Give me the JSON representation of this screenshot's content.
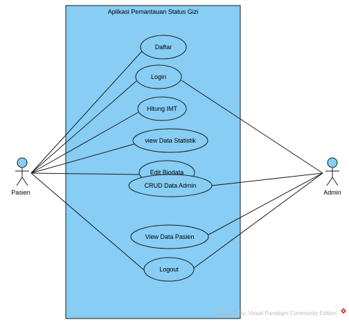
{
  "diagram": {
    "system_title": "Aplikasi Pemantauan Status Gizi",
    "use_cases": [
      {
        "id": "daftar",
        "label": "Daftar"
      },
      {
        "id": "login",
        "label": "Login"
      },
      {
        "id": "hitung-imt",
        "label": "Hitung IMT"
      },
      {
        "id": "view-data-statistik",
        "label": "view Data Statistik"
      },
      {
        "id": "edit-biodata",
        "label": "Edit Biodata"
      },
      {
        "id": "crud-data-admin",
        "label": "CRUD Data Admin"
      },
      {
        "id": "view-data-pasien",
        "label": "View Data Pasien"
      },
      {
        "id": "logout",
        "label": "Logout"
      }
    ],
    "actors": [
      {
        "id": "pasien",
        "label": "Pasien"
      },
      {
        "id": "admin",
        "label": "Admin"
      }
    ],
    "associations": [
      {
        "actor": "pasien",
        "use_case": "daftar"
      },
      {
        "actor": "pasien",
        "use_case": "login"
      },
      {
        "actor": "pasien",
        "use_case": "hitung-imt"
      },
      {
        "actor": "pasien",
        "use_case": "view-data-statistik"
      },
      {
        "actor": "pasien",
        "use_case": "edit-biodata"
      },
      {
        "actor": "pasien",
        "use_case": "logout"
      },
      {
        "actor": "admin",
        "use_case": "login"
      },
      {
        "actor": "admin",
        "use_case": "crud-data-admin"
      },
      {
        "actor": "admin",
        "use_case": "view-data-pasien"
      },
      {
        "actor": "admin",
        "use_case": "logout"
      }
    ],
    "footer": "Powered By: Visual Paradigm Community Edition",
    "colors": {
      "system_fill": "#87cdf4",
      "use_case_fill": "#87cdf4",
      "actor_head_fill": "#87cdf4",
      "stroke": "#1a1a1a",
      "footer_logo": "#cc2222"
    }
  }
}
